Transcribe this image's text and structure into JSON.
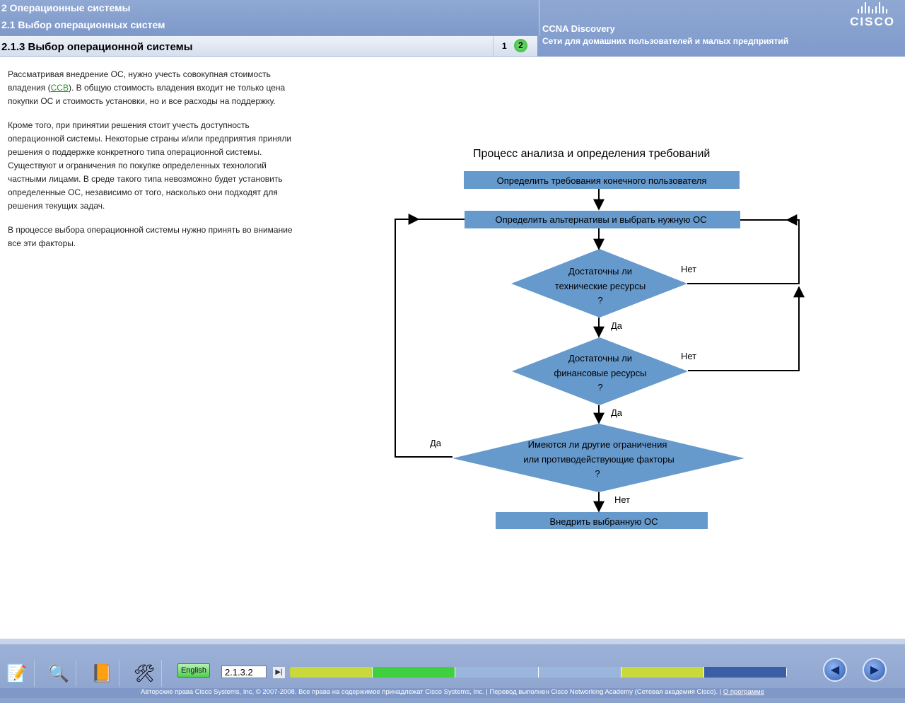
{
  "header": {
    "chapter": "2 Операционные системы",
    "section": "2.1 Выбор операционных систем",
    "page_title": "2.1.3 Выбор операционной системы",
    "page_numbers": [
      "1",
      "2"
    ],
    "course": "CCNA Discovery",
    "course_subtitle": "Сети для домашних пользователей и малых предприятий",
    "logo_text": "CISCO"
  },
  "content": {
    "p1_a": "Рассматривая внедрение ОС, нужно учесть совокупная стоимость владения (",
    "p1_link": "ССВ",
    "p1_b": "). В общую стоимость владения входит не только цена покупки ОС и стоимость установки, но и все расходы на поддержку.",
    "p2": "Кроме того, при принятии решения стоит учесть доступность операционной системы. Некоторые страны и/или предприятия приняли решения о поддержке конкретного типа операционной системы. Существуют и ограничения по покупке определенных технологий частными лицами. В среде такого типа невозможно будет установить определенные ОС, независимо от того, насколько они подходят для решения текущих задач.",
    "p3": "В процессе выбора операционной системы нужно принять во внимание все эти факторы."
  },
  "diagram": {
    "title": "Процесс анализа и определения требований",
    "box1": "Определить требования конечного пользователя",
    "box2": "Определить альтернативы и выбрать нужную ОС",
    "d1_l1": "Достаточны ли",
    "d1_l2": "технические ресурсы",
    "d1_l3": "?",
    "d2_l1": "Достаточны ли",
    "d2_l2": "финансовые ресурсы",
    "d2_l3": "?",
    "d3_l1": "Имеются ли другие ограничения",
    "d3_l2": "или противодействующие факторы",
    "d3_l3": "?",
    "box3": "Внедрить выбранную ОС",
    "yes": "Да",
    "no": "Нет",
    "fill_color": "#6699cc"
  },
  "footer": {
    "language_button": "English",
    "page_input": "2.1.3.2",
    "progress_colors": [
      "#c9d93b",
      "#3fcf3f",
      "#9ab6dc",
      "#9ab6dc",
      "#c9d93b",
      "#3a5fa6"
    ],
    "copyright": "Авторские права Cisco Systems, Inc, © 2007-2008. Все права на содержимое принадлежат Cisco Systems, Inc. | Перевод выполнен Cisco Networking Academy (Сетевая академия Cisco). |",
    "about_link": "О программе"
  }
}
